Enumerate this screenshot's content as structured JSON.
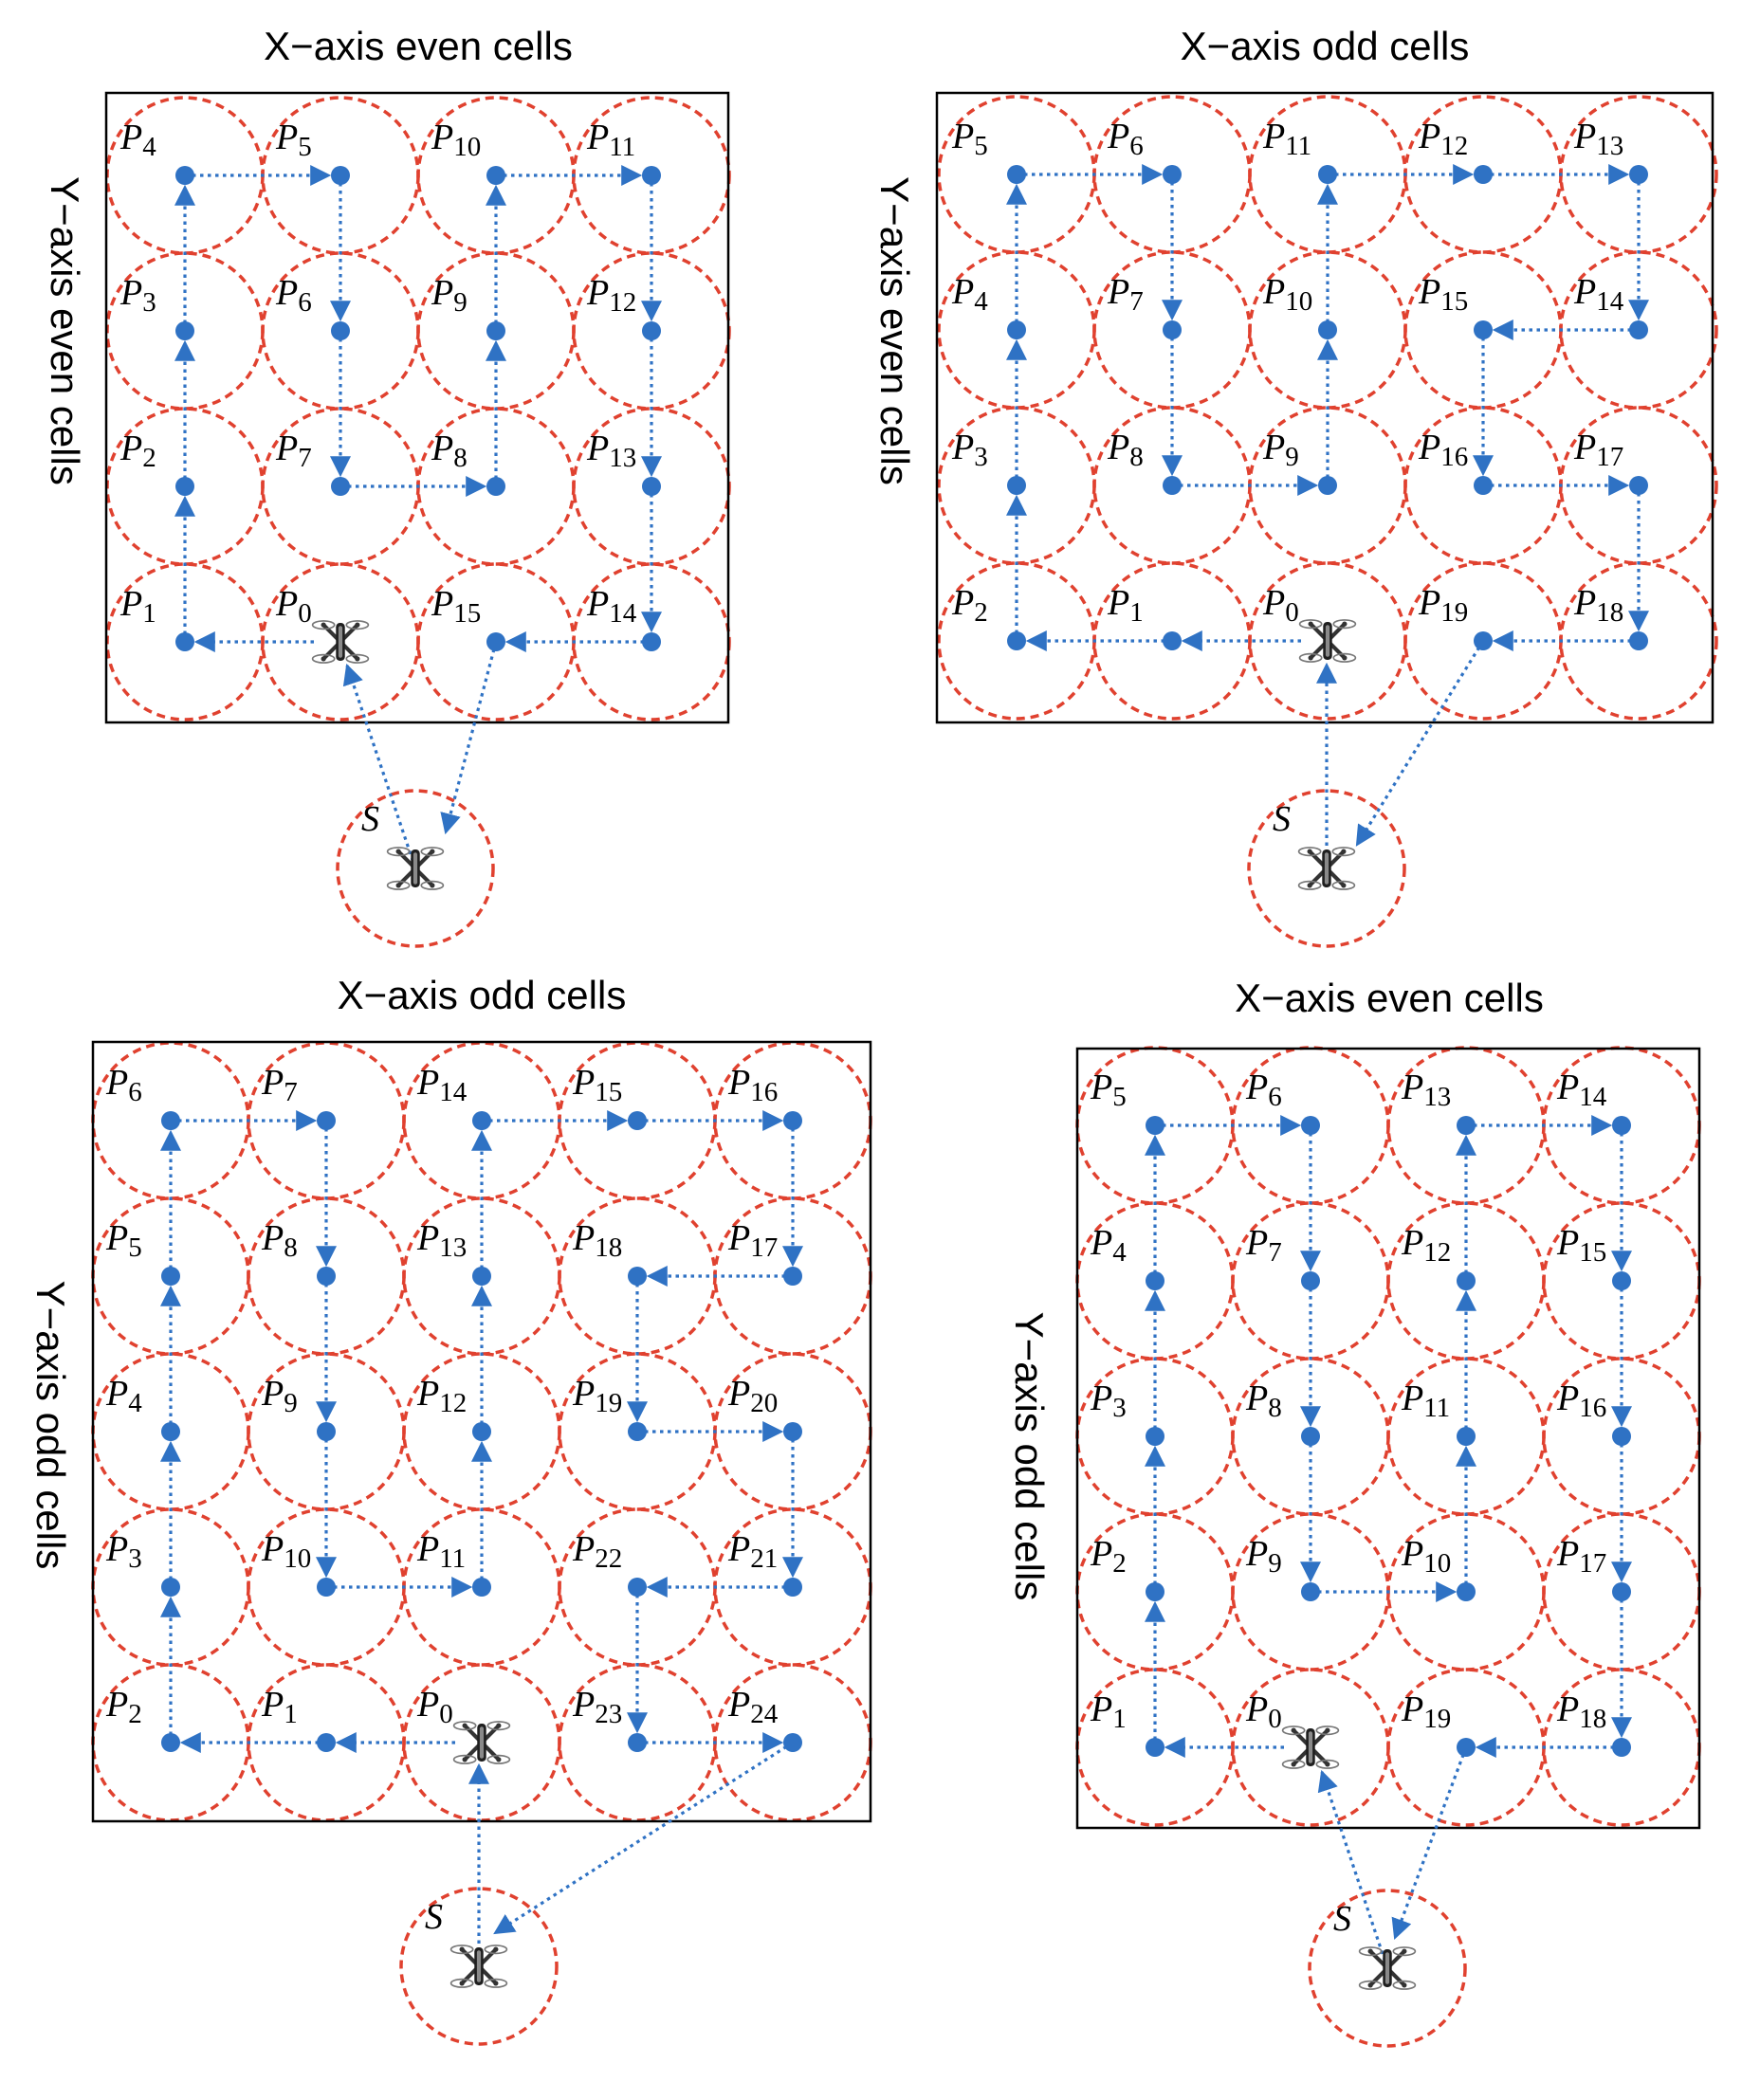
{
  "colors": {
    "circle": "#e0412f",
    "path": "#2f72c4",
    "frame": "#000000",
    "drone": "#333333"
  },
  "panels": [
    {
      "x_title": "X−axis even cells",
      "y_title": "Y−axis even cells",
      "cols": 4,
      "rows": 4,
      "start_label": "S",
      "points": [
        {
          "label": "P",
          "sub": "0",
          "col": 1,
          "row": 0
        },
        {
          "label": "P",
          "sub": "1",
          "col": 0,
          "row": 0
        },
        {
          "label": "P",
          "sub": "2",
          "col": 0,
          "row": 1
        },
        {
          "label": "P",
          "sub": "3",
          "col": 0,
          "row": 2
        },
        {
          "label": "P",
          "sub": "4",
          "col": 0,
          "row": 3
        },
        {
          "label": "P",
          "sub": "5",
          "col": 1,
          "row": 3
        },
        {
          "label": "P",
          "sub": "6",
          "col": 1,
          "row": 2
        },
        {
          "label": "P",
          "sub": "7",
          "col": 1,
          "row": 1
        },
        {
          "label": "P",
          "sub": "8",
          "col": 2,
          "row": 1
        },
        {
          "label": "P",
          "sub": "9",
          "col": 2,
          "row": 2
        },
        {
          "label": "P",
          "sub": "10",
          "col": 2,
          "row": 3
        },
        {
          "label": "P",
          "sub": "11",
          "col": 3,
          "row": 3
        },
        {
          "label": "P",
          "sub": "12",
          "col": 3,
          "row": 2
        },
        {
          "label": "P",
          "sub": "13",
          "col": 3,
          "row": 1
        },
        {
          "label": "P",
          "sub": "14",
          "col": 3,
          "row": 0
        },
        {
          "label": "P",
          "sub": "15",
          "col": 2,
          "row": 0
        }
      ]
    },
    {
      "x_title": "X−axis odd cells",
      "y_title": "Y−axis even cells",
      "cols": 5,
      "rows": 4,
      "start_label": "S",
      "points": [
        {
          "label": "P",
          "sub": "0",
          "col": 2,
          "row": 0
        },
        {
          "label": "P",
          "sub": "1",
          "col": 1,
          "row": 0
        },
        {
          "label": "P",
          "sub": "2",
          "col": 0,
          "row": 0
        },
        {
          "label": "P",
          "sub": "3",
          "col": 0,
          "row": 1
        },
        {
          "label": "P",
          "sub": "4",
          "col": 0,
          "row": 2
        },
        {
          "label": "P",
          "sub": "5",
          "col": 0,
          "row": 3
        },
        {
          "label": "P",
          "sub": "6",
          "col": 1,
          "row": 3
        },
        {
          "label": "P",
          "sub": "7",
          "col": 1,
          "row": 2
        },
        {
          "label": "P",
          "sub": "8",
          "col": 1,
          "row": 1
        },
        {
          "label": "P",
          "sub": "9",
          "col": 2,
          "row": 1
        },
        {
          "label": "P",
          "sub": "10",
          "col": 2,
          "row": 2
        },
        {
          "label": "P",
          "sub": "11",
          "col": 2,
          "row": 3
        },
        {
          "label": "P",
          "sub": "12",
          "col": 3,
          "row": 3
        },
        {
          "label": "P",
          "sub": "13",
          "col": 4,
          "row": 3
        },
        {
          "label": "P",
          "sub": "14",
          "col": 4,
          "row": 2
        },
        {
          "label": "P",
          "sub": "15",
          "col": 3,
          "row": 2
        },
        {
          "label": "P",
          "sub": "16",
          "col": 3,
          "row": 1
        },
        {
          "label": "P",
          "sub": "17",
          "col": 4,
          "row": 1
        },
        {
          "label": "P",
          "sub": "18",
          "col": 4,
          "row": 0
        },
        {
          "label": "P",
          "sub": "19",
          "col": 3,
          "row": 0
        }
      ]
    },
    {
      "x_title": "X−axis odd cells",
      "y_title": "Y−axis odd cells",
      "cols": 5,
      "rows": 5,
      "start_label": "S",
      "points": [
        {
          "label": "P",
          "sub": "0",
          "col": 2,
          "row": 0
        },
        {
          "label": "P",
          "sub": "1",
          "col": 1,
          "row": 0
        },
        {
          "label": "P",
          "sub": "2",
          "col": 0,
          "row": 0
        },
        {
          "label": "P",
          "sub": "3",
          "col": 0,
          "row": 1
        },
        {
          "label": "P",
          "sub": "4",
          "col": 0,
          "row": 2
        },
        {
          "label": "P",
          "sub": "5",
          "col": 0,
          "row": 3
        },
        {
          "label": "P",
          "sub": "6",
          "col": 0,
          "row": 4
        },
        {
          "label": "P",
          "sub": "7",
          "col": 1,
          "row": 4
        },
        {
          "label": "P",
          "sub": "8",
          "col": 1,
          "row": 3
        },
        {
          "label": "P",
          "sub": "9",
          "col": 1,
          "row": 2
        },
        {
          "label": "P",
          "sub": "10",
          "col": 1,
          "row": 1
        },
        {
          "label": "P",
          "sub": "11",
          "col": 2,
          "row": 1
        },
        {
          "label": "P",
          "sub": "12",
          "col": 2,
          "row": 2
        },
        {
          "label": "P",
          "sub": "13",
          "col": 2,
          "row": 3
        },
        {
          "label": "P",
          "sub": "14",
          "col": 2,
          "row": 4
        },
        {
          "label": "P",
          "sub": "15",
          "col": 3,
          "row": 4
        },
        {
          "label": "P",
          "sub": "16",
          "col": 4,
          "row": 4
        },
        {
          "label": "P",
          "sub": "17",
          "col": 4,
          "row": 3
        },
        {
          "label": "P",
          "sub": "18",
          "col": 3,
          "row": 3
        },
        {
          "label": "P",
          "sub": "19",
          "col": 3,
          "row": 2
        },
        {
          "label": "P",
          "sub": "20",
          "col": 4,
          "row": 2
        },
        {
          "label": "P",
          "sub": "21",
          "col": 4,
          "row": 1
        },
        {
          "label": "P",
          "sub": "22",
          "col": 3,
          "row": 1
        },
        {
          "label": "P",
          "sub": "23",
          "col": 3,
          "row": 0
        },
        {
          "label": "P",
          "sub": "24",
          "col": 4,
          "row": 0
        }
      ]
    },
    {
      "x_title": "X−axis even cells",
      "y_title": "Y−axis odd cells",
      "cols": 4,
      "rows": 5,
      "start_label": "S",
      "points": [
        {
          "label": "P",
          "sub": "0",
          "col": 1,
          "row": 0
        },
        {
          "label": "P",
          "sub": "1",
          "col": 0,
          "row": 0
        },
        {
          "label": "P",
          "sub": "2",
          "col": 0,
          "row": 1
        },
        {
          "label": "P",
          "sub": "3",
          "col": 0,
          "row": 2
        },
        {
          "label": "P",
          "sub": "4",
          "col": 0,
          "row": 3
        },
        {
          "label": "P",
          "sub": "5",
          "col": 0,
          "row": 4
        },
        {
          "label": "P",
          "sub": "6",
          "col": 1,
          "row": 4
        },
        {
          "label": "P",
          "sub": "7",
          "col": 1,
          "row": 3
        },
        {
          "label": "P",
          "sub": "8",
          "col": 1,
          "row": 2
        },
        {
          "label": "P",
          "sub": "9",
          "col": 1,
          "row": 1
        },
        {
          "label": "P",
          "sub": "10",
          "col": 2,
          "row": 1
        },
        {
          "label": "P",
          "sub": "11",
          "col": 2,
          "row": 2
        },
        {
          "label": "P",
          "sub": "12",
          "col": 2,
          "row": 3
        },
        {
          "label": "P",
          "sub": "13",
          "col": 2,
          "row": 4
        },
        {
          "label": "P",
          "sub": "14",
          "col": 3,
          "row": 4
        },
        {
          "label": "P",
          "sub": "15",
          "col": 3,
          "row": 3
        },
        {
          "label": "P",
          "sub": "16",
          "col": 3,
          "row": 2
        },
        {
          "label": "P",
          "sub": "17",
          "col": 3,
          "row": 1
        },
        {
          "label": "P",
          "sub": "18",
          "col": 3,
          "row": 0
        },
        {
          "label": "P",
          "sub": "19",
          "col": 2,
          "row": 0
        }
      ]
    }
  ]
}
